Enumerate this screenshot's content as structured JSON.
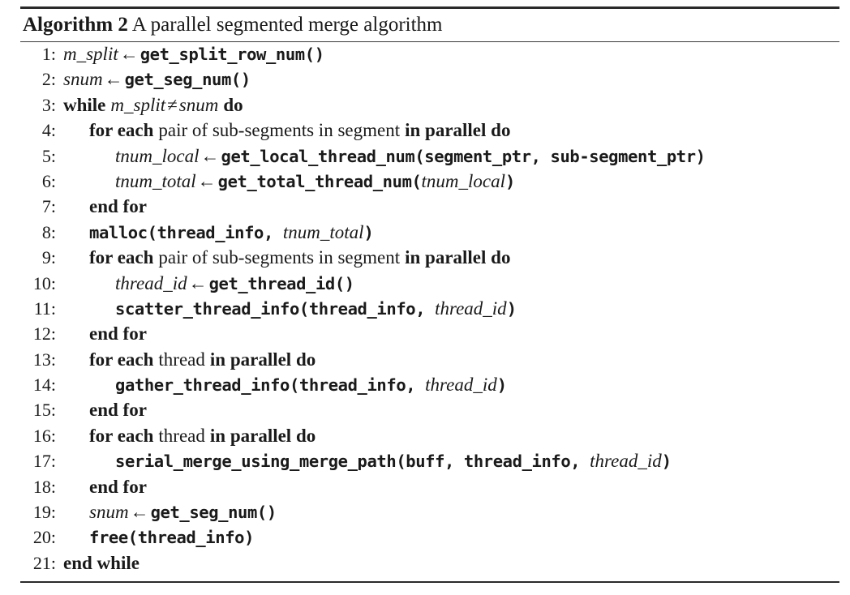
{
  "algorithm": {
    "label": "Algorithm 2",
    "title": "A parallel segmented merge algorithm",
    "lines": [
      {
        "number": "1",
        "indent": 0,
        "text": "m_split ← get_split_row_num()",
        "tokens": [
          {
            "t": "var",
            "v": "m_split"
          },
          {
            "t": "op",
            "v": "←"
          },
          {
            "t": "fn",
            "v": "get_split_row_num()"
          }
        ]
      },
      {
        "number": "2",
        "indent": 0,
        "text": "snum ← get_seg_num()",
        "tokens": [
          {
            "t": "var",
            "v": "snum"
          },
          {
            "t": "op",
            "v": "←"
          },
          {
            "t": "fn",
            "v": "get_seg_num()"
          }
        ]
      },
      {
        "number": "3",
        "indent": 0,
        "text": "while m_split ≠ snum do",
        "tokens": [
          {
            "t": "kw",
            "v": "while"
          },
          {
            "t": "var",
            "v": "m_split"
          },
          {
            "t": "op",
            "v": "≠"
          },
          {
            "t": "var",
            "v": "snum"
          },
          {
            "t": "kw",
            "v": "do"
          }
        ]
      },
      {
        "number": "4",
        "indent": 1,
        "text": "for each pair of sub-segments in segment in parallel do",
        "tokens": [
          {
            "t": "kw",
            "v": "for each"
          },
          {
            "t": "rm",
            "v": "pair of sub-segments in segment"
          },
          {
            "t": "kw",
            "v": "in parallel do"
          }
        ]
      },
      {
        "number": "5",
        "indent": 2,
        "text": "tnum_local ← get_local_thread_num(segment_ptr, sub-segment_ptr)",
        "tokens": [
          {
            "t": "var",
            "v": "tnum_local"
          },
          {
            "t": "op",
            "v": "←"
          },
          {
            "t": "fn",
            "v": "get_local_thread_num(segment_ptr, sub-segment_ptr)"
          }
        ]
      },
      {
        "number": "6",
        "indent": 2,
        "text": "tnum_total ← get_total_thread_num(tnum_local)",
        "tokens": [
          {
            "t": "var",
            "v": "tnum_total"
          },
          {
            "t": "op",
            "v": "←"
          },
          {
            "t": "fn",
            "v": "get_total_thread_num("
          },
          {
            "t": "var",
            "v": "tnum_local"
          },
          {
            "t": "fn",
            "v": ")"
          }
        ]
      },
      {
        "number": "7",
        "indent": 1,
        "text": "end for",
        "tokens": [
          {
            "t": "kw",
            "v": "end for"
          }
        ]
      },
      {
        "number": "8",
        "indent": 1,
        "text": "malloc(thread_info, tnum_total)",
        "tokens": [
          {
            "t": "fn",
            "v": "malloc(thread_info, "
          },
          {
            "t": "var",
            "v": "tnum_total"
          },
          {
            "t": "fn",
            "v": ")"
          }
        ]
      },
      {
        "number": "9",
        "indent": 1,
        "text": "for each pair of sub-segments in segment in parallel do",
        "tokens": [
          {
            "t": "kw",
            "v": "for each"
          },
          {
            "t": "rm",
            "v": "pair of sub-segments in segment"
          },
          {
            "t": "kw",
            "v": "in parallel do"
          }
        ]
      },
      {
        "number": "10",
        "indent": 2,
        "text": "thread_id ← get_thread_id()",
        "tokens": [
          {
            "t": "var",
            "v": "thread_id"
          },
          {
            "t": "op",
            "v": "←"
          },
          {
            "t": "fn",
            "v": "get_thread_id()"
          }
        ]
      },
      {
        "number": "11",
        "indent": 2,
        "text": "scatter_thread_info(thread_info, thread_id)",
        "tokens": [
          {
            "t": "fn",
            "v": "scatter_thread_info(thread_info, "
          },
          {
            "t": "var",
            "v": "thread_id"
          },
          {
            "t": "fn",
            "v": ")"
          }
        ]
      },
      {
        "number": "12",
        "indent": 1,
        "text": "end for",
        "tokens": [
          {
            "t": "kw",
            "v": "end for"
          }
        ]
      },
      {
        "number": "13",
        "indent": 1,
        "text": "for each thread in parallel do",
        "tokens": [
          {
            "t": "kw",
            "v": "for each"
          },
          {
            "t": "rm",
            "v": "thread"
          },
          {
            "t": "kw",
            "v": "in parallel do"
          }
        ]
      },
      {
        "number": "14",
        "indent": 2,
        "text": "gather_thread_info(thread_info, thread_id)",
        "tokens": [
          {
            "t": "fn",
            "v": "gather_thread_info(thread_info, "
          },
          {
            "t": "var",
            "v": "thread_id"
          },
          {
            "t": "fn",
            "v": ")"
          }
        ]
      },
      {
        "number": "15",
        "indent": 1,
        "text": "end for",
        "tokens": [
          {
            "t": "kw",
            "v": "end for"
          }
        ]
      },
      {
        "number": "16",
        "indent": 1,
        "text": "for each thread in parallel do",
        "tokens": [
          {
            "t": "kw",
            "v": "for each"
          },
          {
            "t": "rm",
            "v": "thread"
          },
          {
            "t": "kw",
            "v": "in parallel do"
          }
        ]
      },
      {
        "number": "17",
        "indent": 2,
        "text": "serial_merge_using_merge_path(buff, thread_info, thread_id)",
        "tokens": [
          {
            "t": "fn",
            "v": "serial_merge_using_merge_path(buff, thread_info, "
          },
          {
            "t": "var",
            "v": "thread_id"
          },
          {
            "t": "fn",
            "v": ")"
          }
        ]
      },
      {
        "number": "18",
        "indent": 1,
        "text": "end for",
        "tokens": [
          {
            "t": "kw",
            "v": "end for"
          }
        ]
      },
      {
        "number": "19",
        "indent": 1,
        "text": "snum ← get_seg_num()",
        "tokens": [
          {
            "t": "var",
            "v": "snum"
          },
          {
            "t": "op",
            "v": "←"
          },
          {
            "t": "fn",
            "v": "get_seg_num()"
          }
        ]
      },
      {
        "number": "20",
        "indent": 1,
        "text": "free(thread_info)",
        "tokens": [
          {
            "t": "fn",
            "v": "free(thread_info)"
          }
        ]
      },
      {
        "number": "21",
        "indent": 0,
        "text": "end while",
        "tokens": [
          {
            "t": "kw",
            "v": "end while"
          }
        ]
      }
    ]
  }
}
